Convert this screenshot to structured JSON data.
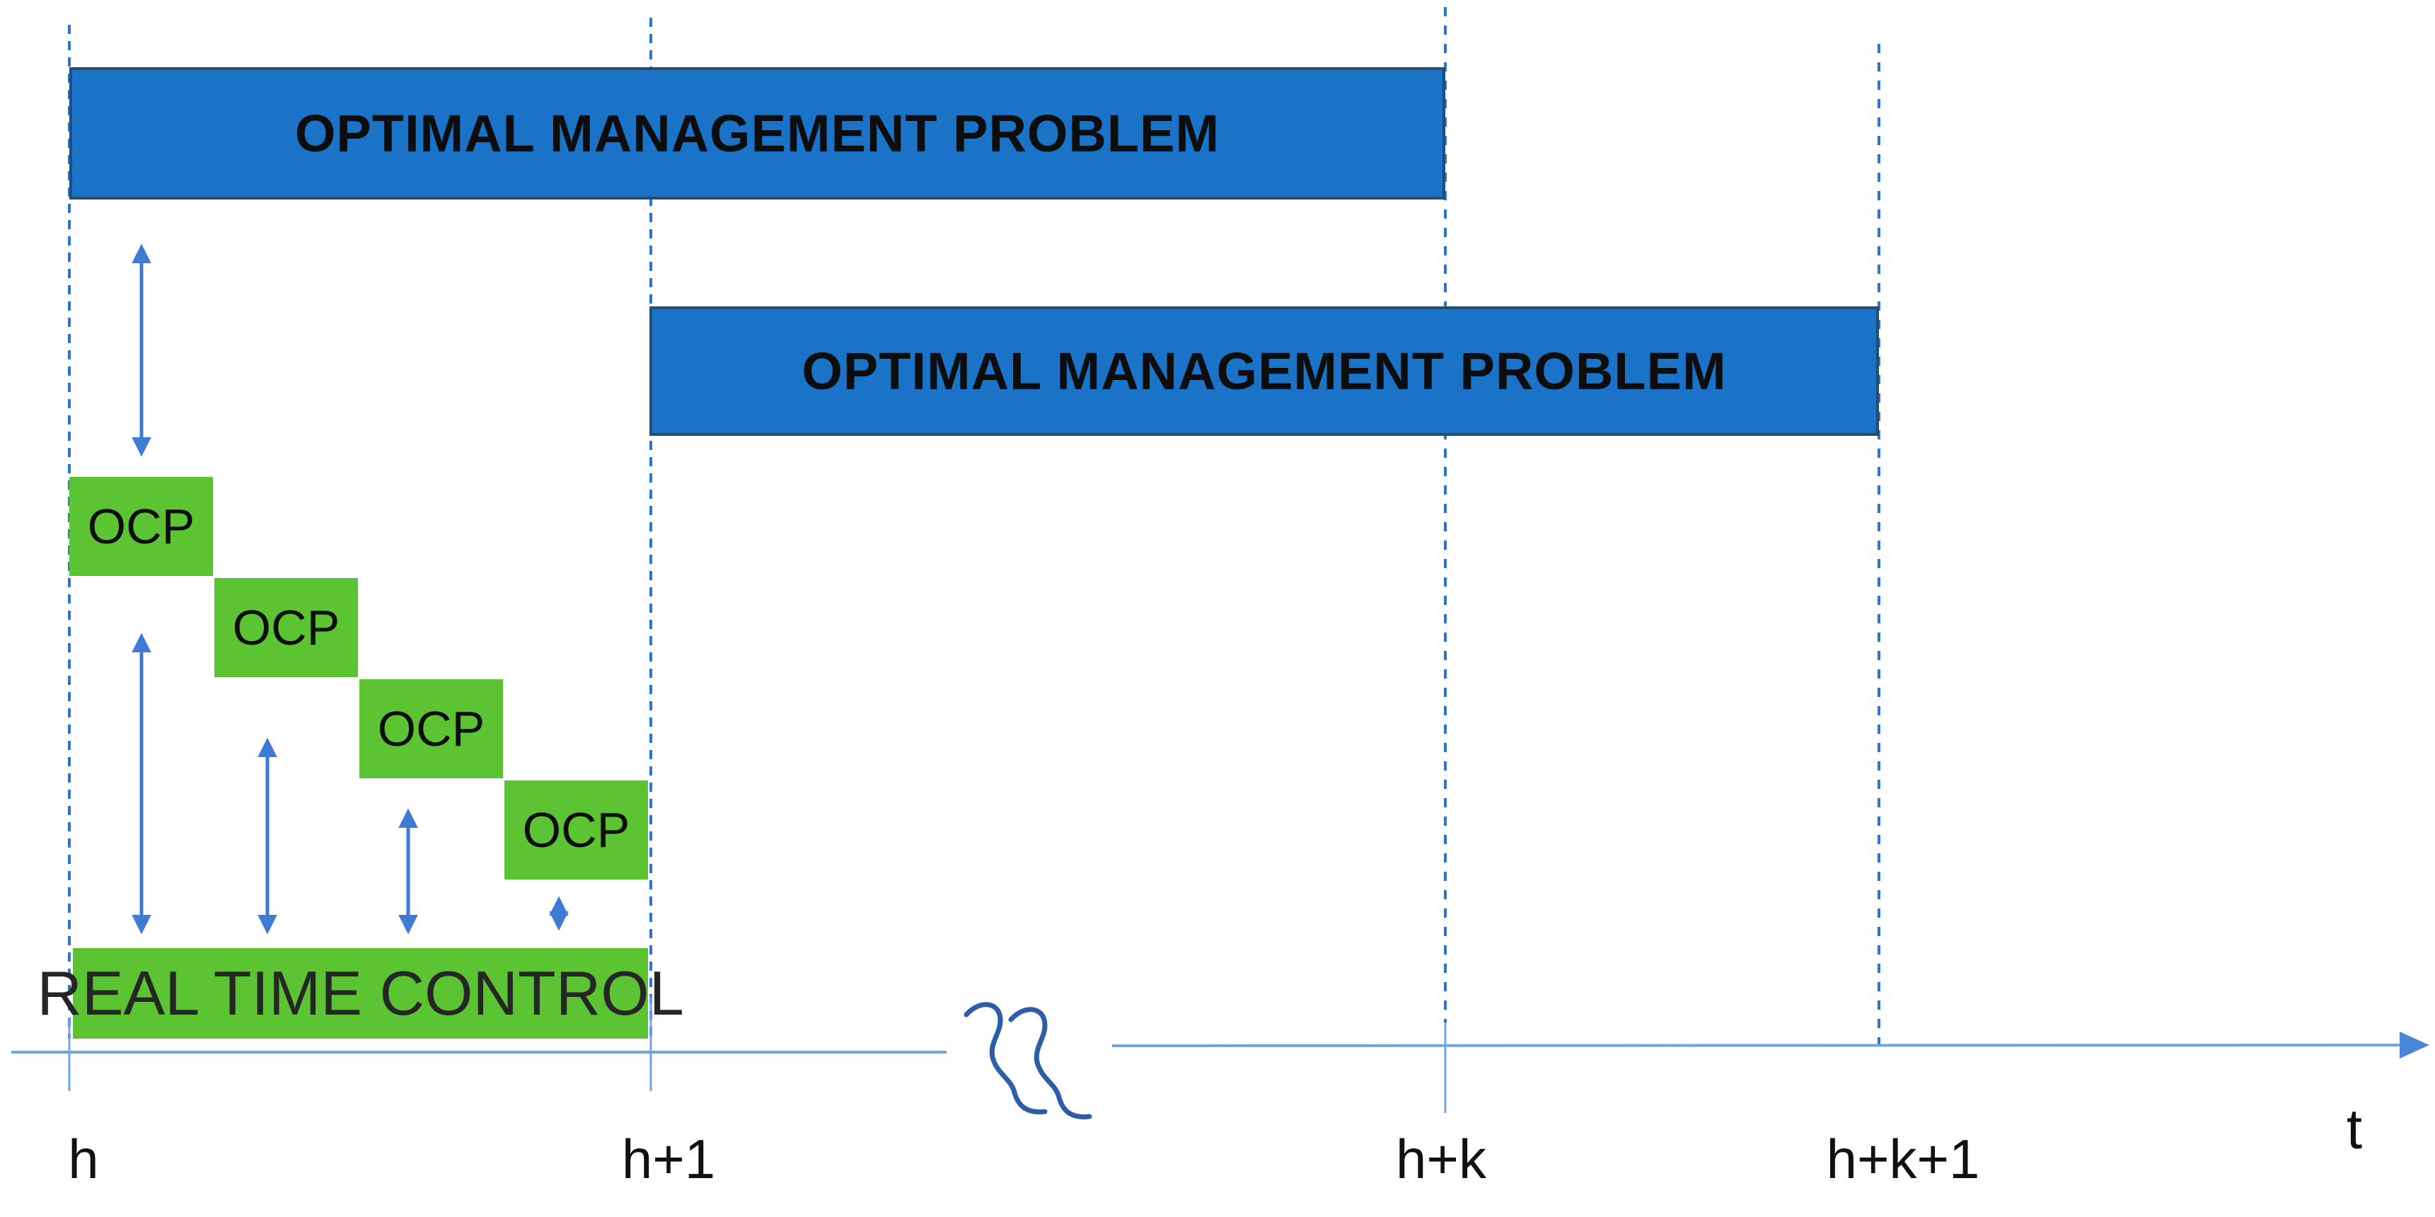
{
  "colors": {
    "omp_bar_fill": "#1B73C7",
    "omp_bar_border": "#1F4E79",
    "green_fill": "#5CC433",
    "dashed_line_blue": "#2E75C9",
    "double_arrow_blue": "#3D7BD4",
    "axis_light_blue": "#74A3DE",
    "break_squiggle_blue": "#2B5DA8",
    "bar_text": "#0D0D0D",
    "rtc_text": "#262626",
    "axis_label_text": "#111111"
  },
  "bars": {
    "omp_top": {
      "label": "OPTIMAL MANAGEMENT PROBLEM"
    },
    "omp_bottom": {
      "label": "OPTIMAL MANAGEMENT PROBLEM"
    }
  },
  "staircase": {
    "boxes": [
      {
        "label": "OCP"
      },
      {
        "label": "OCP"
      },
      {
        "label": "OCP"
      },
      {
        "label": "OCP"
      }
    ]
  },
  "rtc": {
    "label": "REAL TIME CONTROL"
  },
  "axis": {
    "tick_labels": [
      "h",
      "h+1",
      "h+k",
      "h+k+1"
    ],
    "axis_label": "t"
  }
}
